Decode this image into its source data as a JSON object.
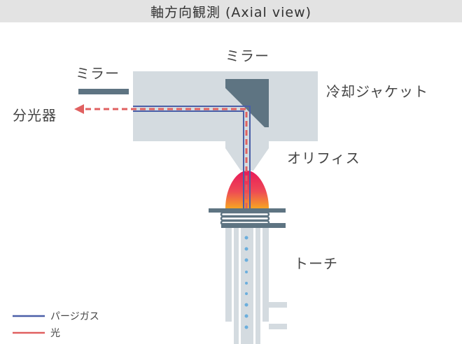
{
  "title": "軸方向観測 (Axial view)",
  "labels": {
    "mirror_left": "ミラー",
    "mirror_top": "ミラー",
    "cooling_jacket": "冷却ジャケット",
    "spectrometer": "分光器",
    "orifice": "オリフィス",
    "torch": "トーチ"
  },
  "legend": [
    {
      "label": "パージガス",
      "color": "#4a5fa8"
    },
    {
      "label": "光",
      "color": "#e06060"
    }
  ],
  "colors": {
    "jacket": "#d4dbe0",
    "dark_metal": "#5e7482",
    "torch_body": "#d4dbe0",
    "gas_particles": "#6aaedd",
    "purge_gas": "#4a5fa8",
    "light": "#e06060",
    "flame_top": "#e8195a",
    "flame_bottom": "#f7a423"
  }
}
